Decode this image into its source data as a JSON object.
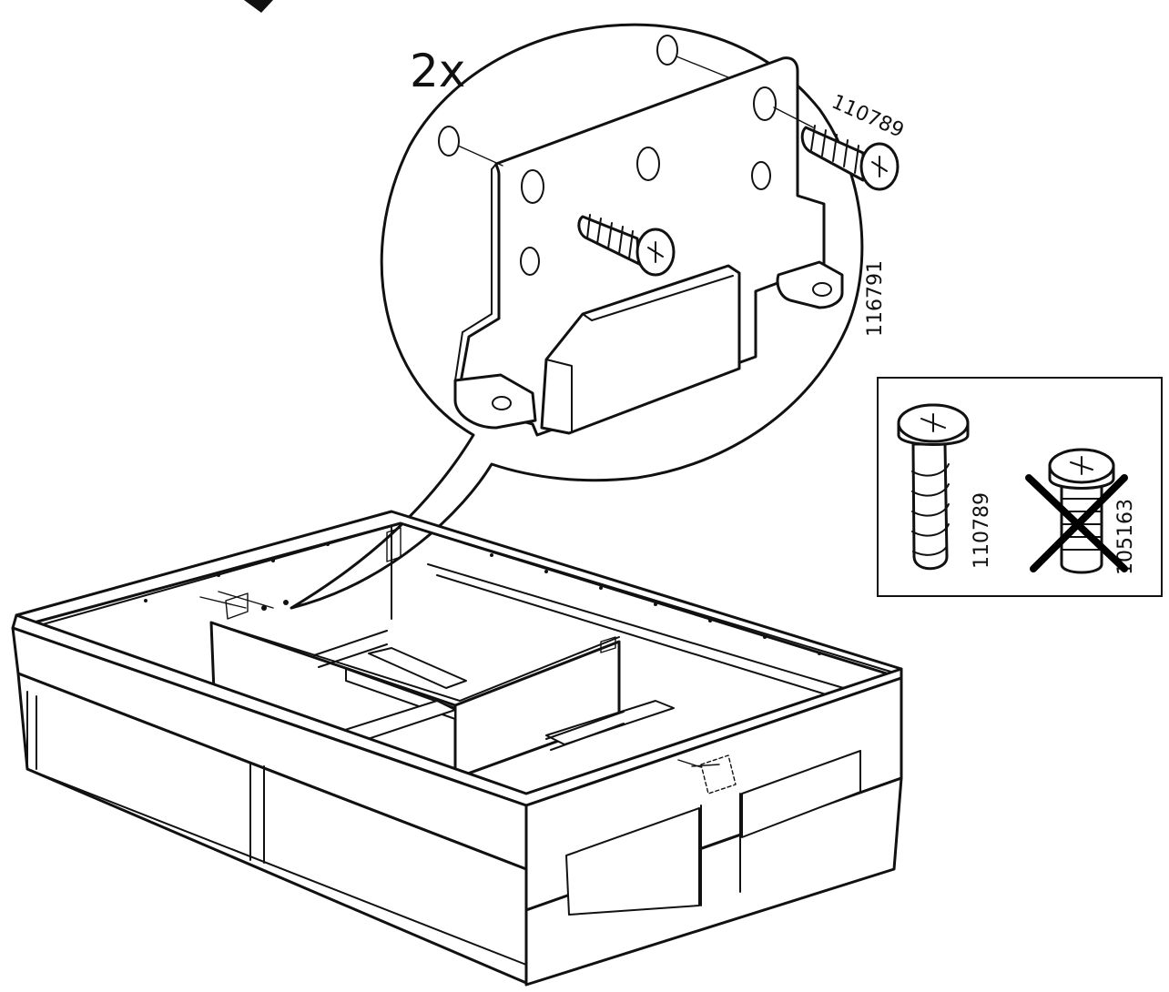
{
  "quantity_label": "2x",
  "callout_part_codes": {
    "screw": "110789",
    "bracket": "116791"
  },
  "inset_panel": {
    "correct_screw_code": "110789",
    "wrong_screw_code": "105163"
  }
}
